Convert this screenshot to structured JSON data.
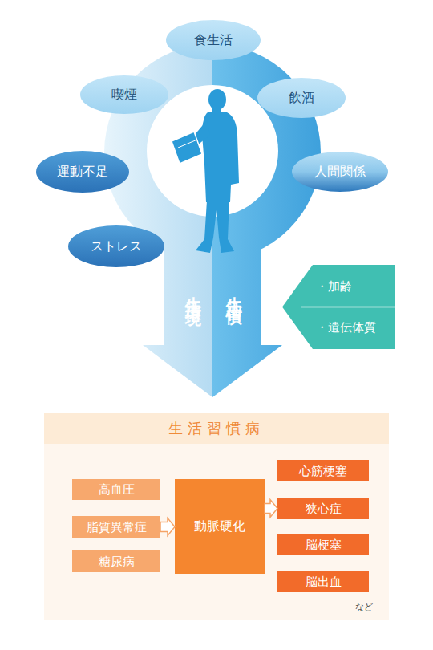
{
  "diagram": {
    "nodes": [
      {
        "text": [
          "食生活"
        ]
      },
      {
        "text": [
          "喫煙"
        ]
      },
      {
        "text": [
          "飲酒"
        ]
      },
      {
        "text": [
          "運動不足"
        ]
      },
      {
        "text": [
          "人間関係"
        ]
      },
      {
        "text": [
          "ストレス"
        ]
      },
      {
        "text": [
          "・加齢",
          "・遺伝体質"
        ]
      },
      {
        "text": [
          "生活習慣病"
        ]
      },
      {
        "text": [
          "高血圧"
        ],
        "in": 7
      },
      {
        "text": [
          "脂質異常症"
        ],
        "in": 7
      },
      {
        "text": [
          "糖尿病"
        ],
        "in": 7
      },
      {
        "text": [
          "動脈硬化"
        ],
        "in": 7
      },
      {
        "text": [
          "心筋梗塞"
        ],
        "in": 7
      },
      {
        "text": [
          "狭心症"
        ],
        "in": 7
      },
      {
        "text": [
          "脳梗塞"
        ],
        "in": 7
      },
      {
        "text": [
          "脳出血"
        ],
        "in": 7
      }
    ],
    "edges": [
      {
        "from": 9,
        "to": 11,
        "arrow": "to"
      },
      {
        "from": 11,
        "to": 13,
        "arrow": "to"
      }
    ],
    "labels": [
      "生活環境",
      "生活習慣",
      "など"
    ]
  }
}
